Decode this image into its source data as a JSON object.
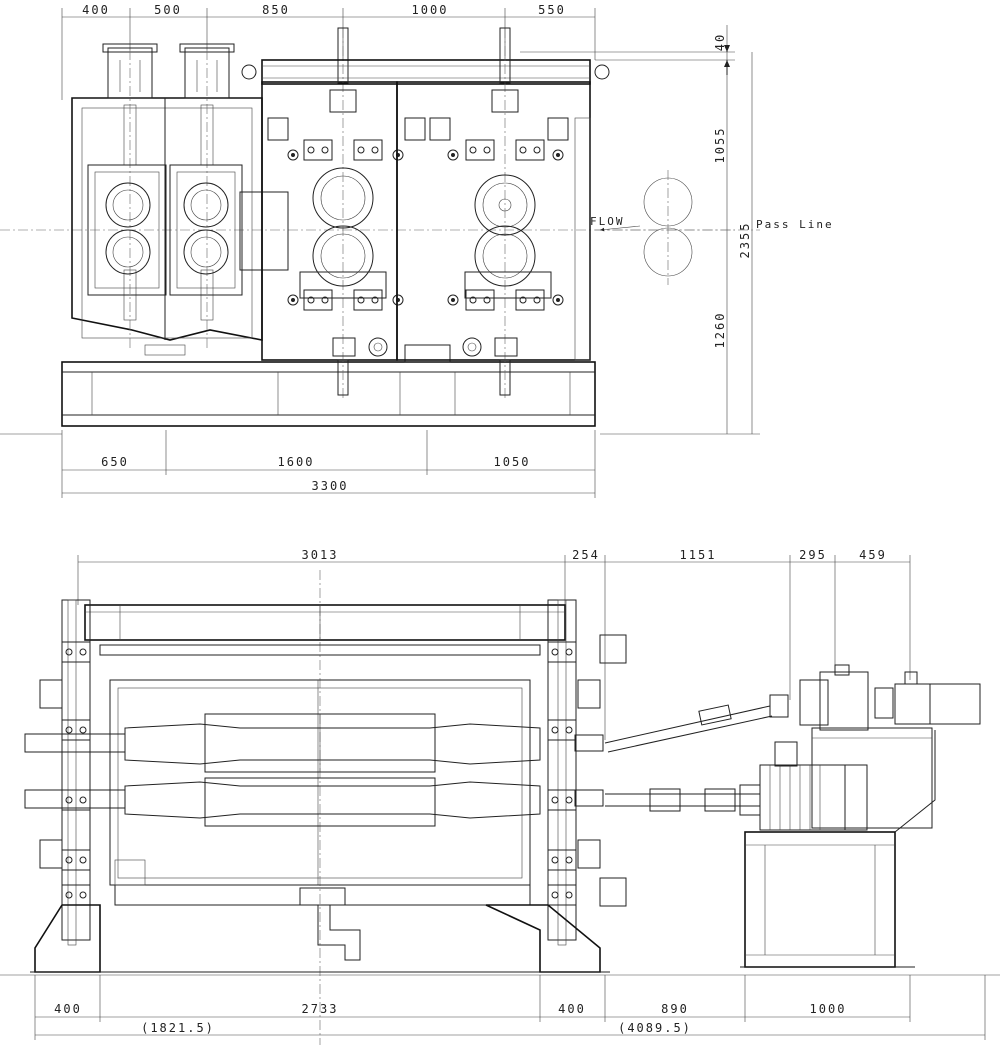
{
  "front_view": {
    "top_dims": [
      "400",
      "500",
      "850",
      "1000",
      "550"
    ],
    "bottom_dims": [
      "650",
      "1600",
      "1050"
    ],
    "overall_width": "3300",
    "right_dims": {
      "top": "40",
      "upper": "1055",
      "lower": "1260",
      "total": "2355"
    },
    "flow_label": "FLOW",
    "pass_line_label": "Pass Line"
  },
  "side_view": {
    "top_dims": [
      "3013",
      "254",
      "1151",
      "295",
      "459"
    ],
    "bottom_dims": [
      "400",
      "2733",
      "400",
      "890",
      "1000"
    ],
    "bracket_dims": [
      "(1821.5)",
      "(4089.5)"
    ]
  }
}
